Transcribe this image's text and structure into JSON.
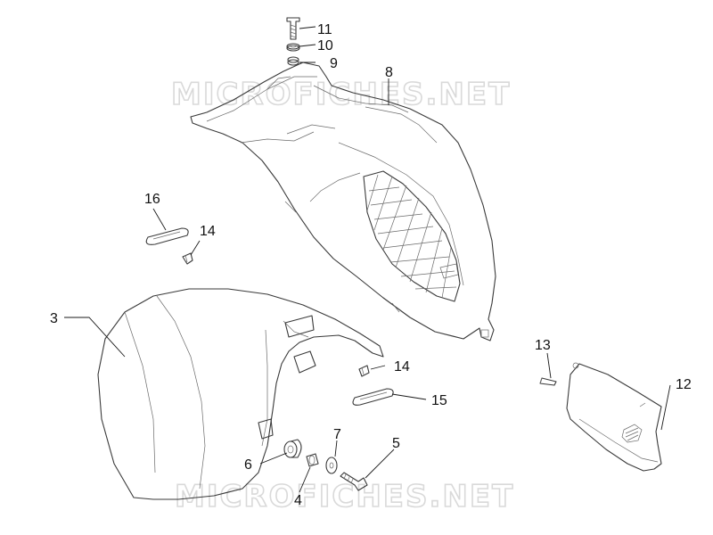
{
  "watermark": "MICROFICHES.NET",
  "callouts": {
    "c3": "3",
    "c4": "4",
    "c5": "5",
    "c6": "6",
    "c7": "7",
    "c8": "8",
    "c9": "9",
    "c10": "10",
    "c11": "11",
    "c12": "12",
    "c13": "13",
    "c14a": "14",
    "c14b": "14",
    "c15": "15",
    "c16": "16"
  }
}
